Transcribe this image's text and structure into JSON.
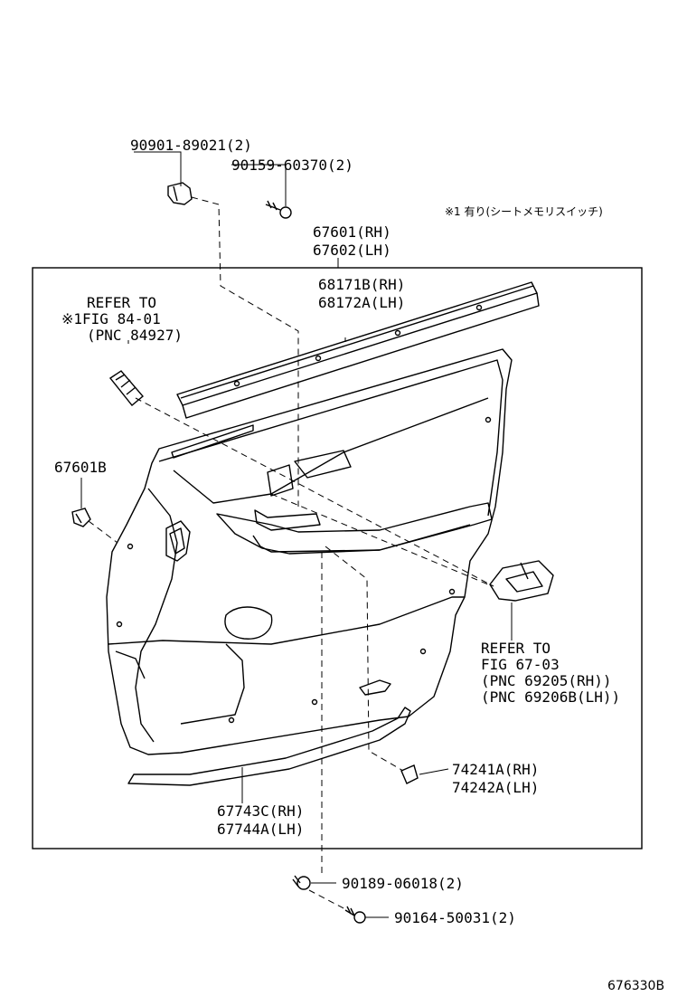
{
  "labels": {
    "p_90901": "90901-89021(2)",
    "p_90159": "90159-60370(2)",
    "note": "※1 有り(シートメモリスイッチ)",
    "p_67601": "67601(RH)",
    "p_67602": "67602(LH)",
    "p_68171": "68171B(RH)",
    "p_68172": "68172A(LH)",
    "refer1_a": "REFER TO",
    "refer1_b": "※1FIG 84-01",
    "refer1_c": "(PNC 84927)",
    "p_67601b": "67601B",
    "refer2_a": "REFER TO",
    "refer2_b": "FIG 67-03",
    "refer2_c": "(PNC 69205(RH))",
    "refer2_d": "(PNC 69206B(LH))",
    "p_74241": "74241A(RH)",
    "p_74242": "74242A(LH)",
    "p_67743": "67743C(RH)",
    "p_67744": "67744A(LH)",
    "p_90189": "90189-06018(2)",
    "p_90164": "90164-50031(2)",
    "fig_code": "676330B"
  }
}
